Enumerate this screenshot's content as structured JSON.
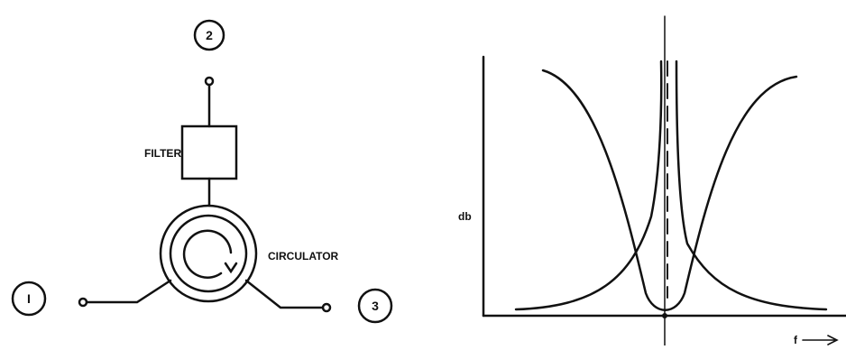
{
  "circuit": {
    "port_labels": [
      "2",
      "I",
      "3"
    ],
    "filter_label": "FILTER",
    "circulator_label": "CIRCULATOR"
  },
  "response_plot": {
    "y_axis_label": "db",
    "x_axis_label": "f"
  },
  "colors": {
    "ink": "#111111",
    "background": "#ffffff"
  }
}
